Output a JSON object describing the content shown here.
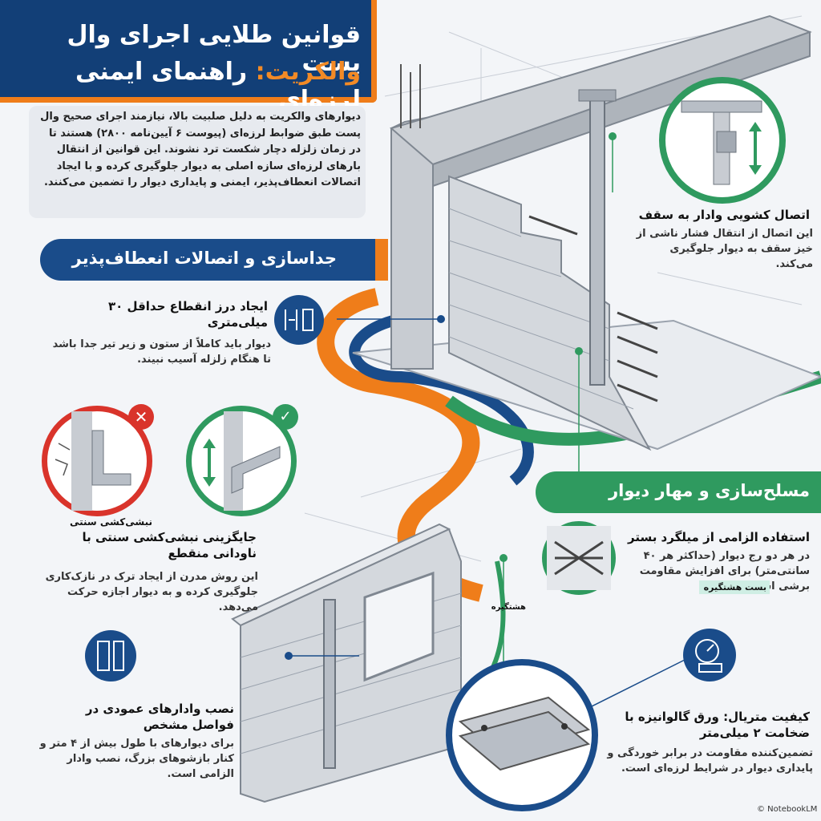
{
  "header": {
    "title_line1": "قوانین طلایی اجرای وال پست",
    "title_line2_accent": "والکریت:",
    "title_line2_rest": "راهنمای ایمنی لرزه‌ای"
  },
  "intro": {
    "text": "دیوارهای والکریت به دلیل صلبیت بالا، نیازمند اجرای صحیح وال پست طبق ضوابط لرزه‌ای (پیوست ۶ آیین‌نامه ۲۸۰۰) هستند تا در زمان زلزله دچار شکست ترد نشوند. این قوانین از انتقال بارهای لرزه‌ای سازه اصلی به دیوار جلوگیری کرده و با ایجاد اتصالات انعطاف‌پذیر، ایمنی و پایداری دیوار را تضمین می‌کنند."
  },
  "sections": {
    "isolation": {
      "heading": "جداسازی و اتصالات انعطاف‌پذیر"
    },
    "reinforcement": {
      "heading": "مسلح‌سازی و مهار دیوار"
    }
  },
  "items": {
    "gap": {
      "title": "ایجاد درز انقطاع حداقل ۳۰ میلی‌متری",
      "desc": "دیوار باید کاملاً از ستون و زیر تیر جدا باشد تا هنگام زلزله آسیب نبیند."
    },
    "sliding": {
      "title": "اتصال کشویی وادار به سقف",
      "desc": "این اتصال از انتقال فشار ناشی از خیز سقف به دیوار جلوگیری می‌کند."
    },
    "angle_replace": {
      "caption": "نبشی‌کشی سنتی",
      "title": "جایگزینی نبشی‌کشی سنتی با ناودانی منقطع",
      "desc": "این روش مدرن از ایجاد ترک در نازک‌کاری جلوگیری کرده و به دیوار اجازه حرکت می‌دهد."
    },
    "bed_mesh": {
      "title": "استفاده الزامی از میلگرد بستر",
      "desc": "در هر دو رج دیوار (حداکثر هر ۴۰ سانتی‌متر) برای افزایش مقاومت برشی استفاده شود.",
      "tag": "بست هشتگیره"
    },
    "vertical_posts": {
      "title": "نصب وادارهای عمودی در فواصل مشخص",
      "desc": "برای دیوارهای با طول بیش از ۴ متر و کنار بازشوهای بزرگ، نصب وادار الزامی است."
    },
    "material": {
      "title": "کیفیت متریال: ورق گالوانیزه با ضخامت ۲ میلی‌متر",
      "desc": "تضمین‌کننده مقاومت در برابر خوردگی و پایداری دیوار در شرایط لرزه‌ای است."
    }
  },
  "labels": {
    "hashtgire": "هشتگیره"
  },
  "watermark": "© NotebookLM",
  "colors": {
    "navy": "#123f77",
    "orange": "#ef7d1a",
    "green": "#2f9a5f",
    "red": "#d9342b"
  }
}
